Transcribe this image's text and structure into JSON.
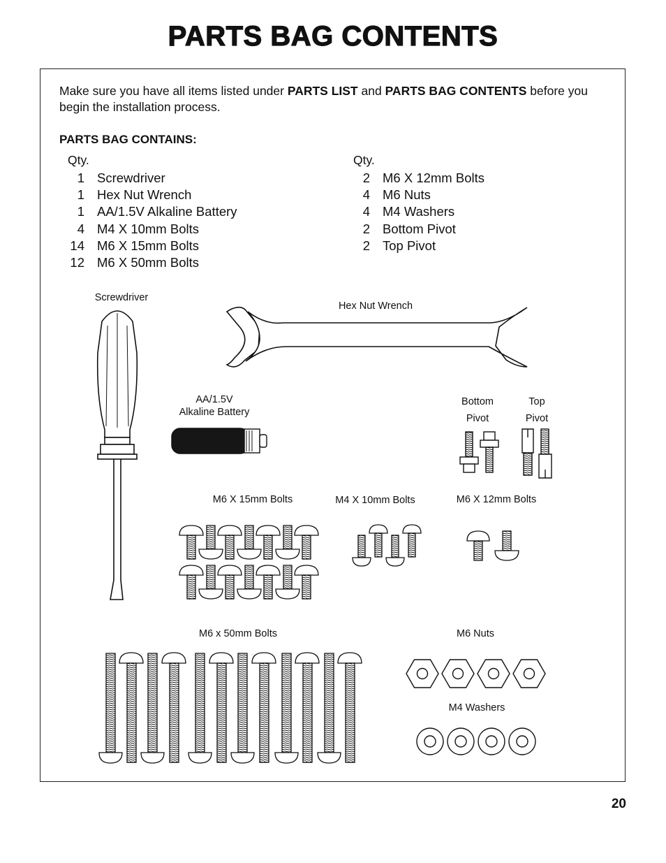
{
  "page": {
    "title": "PARTS BAG CONTENTS",
    "page_number": "20"
  },
  "intro": {
    "text1": "Make sure you have all items listed under ",
    "bold1": "PARTS LIST",
    "text2": " and ",
    "bold2": "PARTS BAG CONTENTS",
    "text3": " before you begin the installation process."
  },
  "section_heading": "PARTS BAG CONTAINS:",
  "qty_label": "Qty.",
  "left_items": [
    {
      "qty": "1",
      "name": "Screwdriver"
    },
    {
      "qty": "1",
      "name": "Hex Nut Wrench"
    },
    {
      "qty": "1",
      "name": "AA/1.5V Alkaline Battery"
    },
    {
      "qty": "4",
      "name": "M4 X 10mm Bolts"
    },
    {
      "qty": "14",
      "name": "M6 X 15mm Bolts"
    },
    {
      "qty": "12",
      "name": "M6 X 50mm Bolts"
    }
  ],
  "right_items": [
    {
      "qty": "2",
      "name": "M6 X 12mm Bolts"
    },
    {
      "qty": "4",
      "name": "M6 Nuts"
    },
    {
      "qty": "4",
      "name": "M4 Washers"
    },
    {
      "qty": "2",
      "name": "Bottom Pivot"
    },
    {
      "qty": "2",
      "name": "Top Pivot"
    }
  ],
  "captions": {
    "screwdriver": "Screwdriver",
    "wrench": "Hex Nut Wrench",
    "battery_line1": "AA/1.5V",
    "battery_line2": "Alkaline Battery",
    "bottom_pivot_line1": "Bottom",
    "bottom_pivot_line2": "Pivot",
    "top_pivot_line1": "Top",
    "top_pivot_line2": "Pivot",
    "m6x15": "M6 X 15mm Bolts",
    "m4x10": "M4 X 10mm Bolts",
    "m6x12": "M6 X 12mm Bolts",
    "m6x50": "M6 x 50mm Bolts",
    "m6nuts": "M6 Nuts",
    "m4washers": "M4 Washers"
  }
}
